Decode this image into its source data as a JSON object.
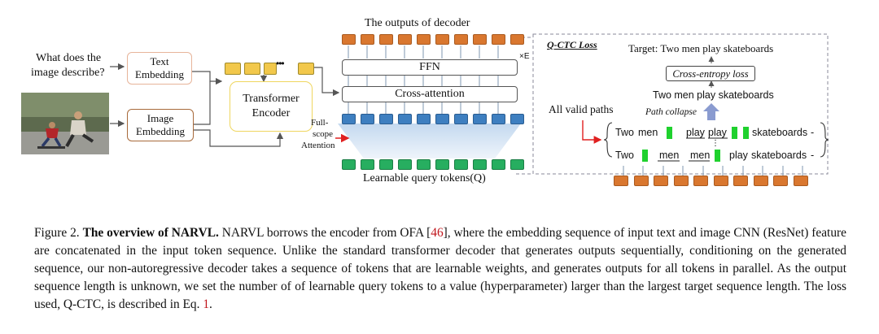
{
  "figure": {
    "question": [
      "What does the",
      "image describe?"
    ],
    "text_embedding": [
      "Text",
      "Embedding"
    ],
    "image_embedding": [
      "Image",
      "Embedding"
    ],
    "dots": "•••",
    "transformer_encoder": [
      "Transformer",
      "Encoder"
    ],
    "decoder_outputs_label": "The outputs of decoder",
    "ffn_label": "FFN",
    "cross_attention_label": "Cross-attention",
    "times_e": "×E",
    "full_scope_attention": [
      "Full-",
      "scope",
      "Attention"
    ],
    "query_tokens_label": "Learnable query tokens(Q)",
    "qctc": {
      "title": "Q-CTC Loss",
      "target": "Target: Two men play skateboards",
      "cross_entropy": "Cross-entropy loss",
      "collapsed": "Two men play skateboards",
      "path_collapse": "Path collapse",
      "valid_paths": "All valid paths",
      "path1": {
        "w1": "Two",
        "w2": "men",
        "w3": "play",
        "w4": "play",
        "w5": "skateboards",
        "dash": "-"
      },
      "path2": {
        "w1": "Two",
        "w2": "men",
        "w3": "men",
        "w4": "play",
        "w5": "skateboards",
        "dash": "-"
      },
      "vdots": "⋮"
    }
  },
  "caption": {
    "label": "Figure 2.",
    "title": "The overview of NARVL.",
    "part1": " NARVL borrows the encoder from OFA [",
    "ref46": "46",
    "part2": "], where the embedding sequence of input text and image CNN (ResNet) feature are concatenated in the input token sequence. Unlike the standard transformer decoder that generates outputs sequentially, conditioning on the generated sequence, our non-autoregressive decoder takes a sequence of tokens that are learnable weights, and generates outputs for all tokens in parallel. As the output sequence length is unknown, we set the number of of learnable query tokens to a value (hyperparameter) larger than the largest target sequence length. The loss used, Q-CTC, is described in Eq. ",
    "ref1": "1",
    "part3": "."
  },
  "colors": {
    "orange_token": "#d9772f",
    "blue_token": "#3e7fc0",
    "green_token": "#27ae60",
    "yellow_token": "#f2c84b",
    "blank_green": "#1fd12e",
    "text_box_border": "#e7b49a",
    "image_box_border": "#a86a3b",
    "encoder_border": "#efd65f",
    "arrow_red": "#e02020",
    "link_red": "#c0141b"
  }
}
